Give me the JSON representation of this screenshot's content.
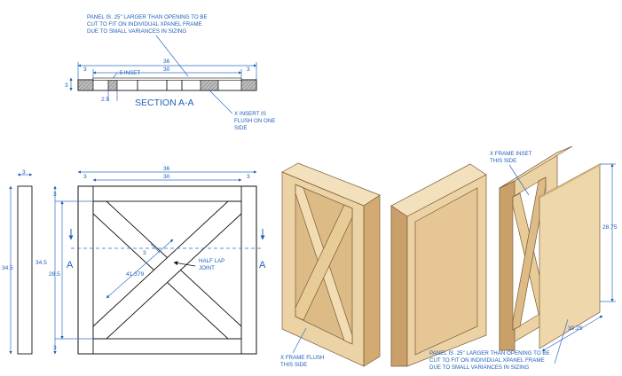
{
  "colors": {
    "annotation": "#1f5fb8",
    "wood_light": "#ecd3a6",
    "wood_mid": "#dcbb86",
    "wood_dark": "#c79f66",
    "line": "#111111"
  },
  "section": {
    "title": "SECTION A-A",
    "note_panel": [
      "PANEL IS .25\" LARGER THAN OPENING TO BE",
      "CUT TO FIT ON INDIVIDUAL XPANEL FRAME",
      "DUE TO SMALL VARIANCES IN SIZING"
    ],
    "note_insert": [
      "X INSERT IS",
      "FLUSH ON ONE",
      "SIDE"
    ],
    "dim_overall": "36",
    "dim_inner": "30",
    "dim_left": "3",
    "dim_right": "3",
    "dim_height": "3",
    "inset_label": ".5 INSET",
    "dim_small": "2.5"
  },
  "front": {
    "dim_overall": "36",
    "dim_inner": "30",
    "dim_left": "3",
    "dim_right": "3",
    "dim_height": "34.5",
    "dim_inner_height": "28.5",
    "dim_top": "3",
    "dim_bottom": "3",
    "dim_diag": "41.379",
    "dim_member": "3",
    "half_lap": [
      "HALF LAP",
      "JOINT"
    ],
    "section_mark": "A"
  },
  "side": {
    "dim_width": "3",
    "dim_height": "34.5"
  },
  "iso": {
    "note_flush": [
      "X FRAME FLUSH",
      "THIS SIDE"
    ],
    "note_inset": [
      "X FRAME INSET",
      "THIS SIDE"
    ],
    "note_panel": [
      "PANEL IS .25\" LARGER THAN OPENING TO BE",
      "CUT TO FIT ON INDIVIDUAL XPANEL FRAME",
      "DUE TO SMALL VARIANCES IN SIZING"
    ],
    "dim_panel_h": "28.75",
    "dim_panel_w": "30.25"
  }
}
